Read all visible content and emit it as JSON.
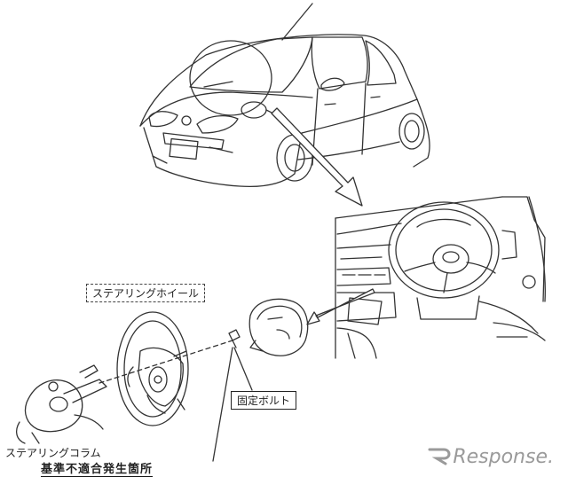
{
  "labels": {
    "steering_wheel": "ステアリングホイール",
    "fixing_bolt": "固定ボルト",
    "steering_column": "ステアリングコラム",
    "defect_location": "基準不適合発生箇所"
  },
  "watermark": {
    "logo_text": "Response."
  },
  "colors": {
    "line": "#333333",
    "watermark": "#9a9a9a"
  }
}
